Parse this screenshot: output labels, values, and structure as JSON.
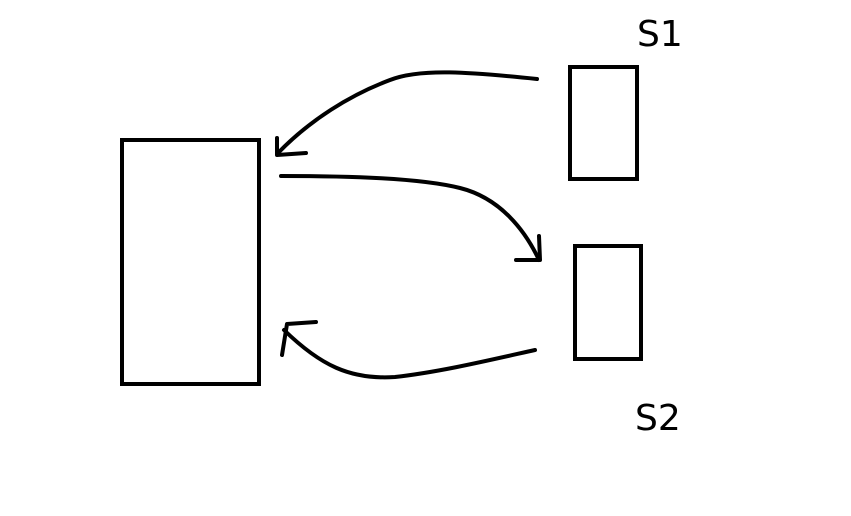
{
  "diagram": {
    "nodes": [
      {
        "id": "main",
        "label": ""
      },
      {
        "id": "s1",
        "label": "S1"
      },
      {
        "id": "s2",
        "label": "S2"
      }
    ],
    "edges": [
      {
        "from": "s1",
        "to": "main"
      },
      {
        "from": "main",
        "to": "s2"
      },
      {
        "from": "s2",
        "to": "main"
      }
    ],
    "colors": {
      "stroke": "#000000",
      "background": "#ffffff"
    }
  }
}
